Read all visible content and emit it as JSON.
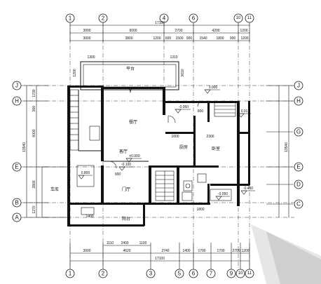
{
  "axes_top": [
    "1",
    "2",
    "4",
    "6",
    "10",
    "11"
  ],
  "axes_bottom": [
    "1",
    "2",
    "3",
    "5",
    "6",
    "7",
    "9",
    "10",
    "11"
  ],
  "axes_left": [
    "J",
    "H",
    "E",
    "B",
    "A"
  ],
  "axes_right": [
    "J",
    "H",
    "G",
    "E",
    "D",
    "C"
  ],
  "dims_top_total": "17100",
  "dims_top_row1": [
    "3000",
    "6000",
    "2700",
    "4200",
    "1200"
  ],
  "dims_top_row2": [
    "3000",
    "3800",
    "1200",
    "600",
    "1500",
    "900",
    "1540",
    "1800",
    "900",
    "1200"
  ],
  "dims_bottom_row1": [
    "1110",
    "2400",
    "1100"
  ],
  "dims_bottom_row2": [
    "3000",
    "4620",
    "2740",
    "1400",
    "1700",
    "1700",
    "2700",
    "1200"
  ],
  "dims_bottom_total": "17100",
  "dims_left": [
    "1700",
    "900",
    "6000",
    "2800",
    "1270"
  ],
  "dims_left_total": "13540",
  "dims_right_total": "13540",
  "levels": [
    "3.000",
    "-0.050",
    "0.017",
    "-0.100",
    "±0.000",
    "-0.050",
    "-0.450",
    "0.800"
  ],
  "room_labels": [
    "餐厅",
    "厨房",
    "客厅",
    "卧室",
    "门厅",
    "车库",
    "平台",
    "阳台"
  ],
  "small_notes": [
    "1300",
    "1310",
    "1200",
    "3610",
    "800",
    "1000",
    "2300",
    "900",
    "1800",
    "1400"
  ],
  "brand_colors": {
    "ink": "#111111",
    "paper": "#ffffff"
  }
}
